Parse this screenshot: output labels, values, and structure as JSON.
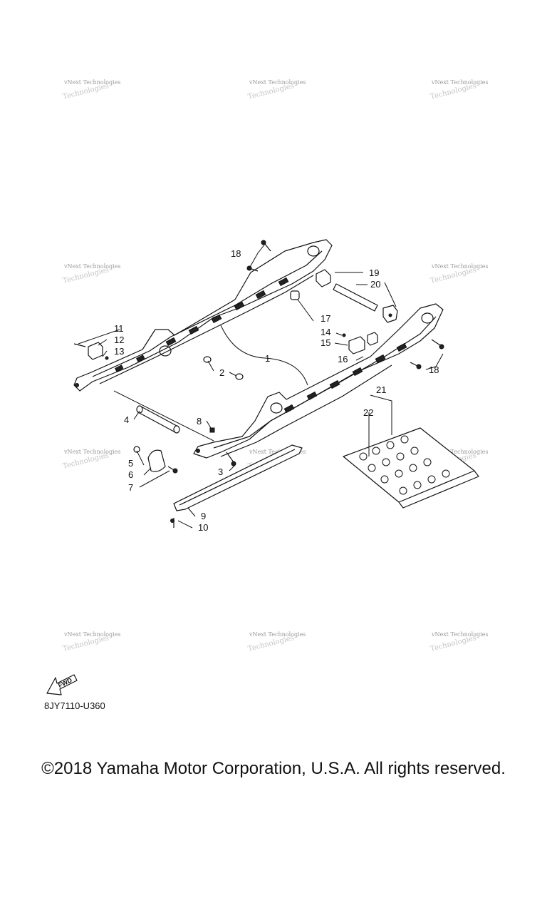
{
  "watermark": {
    "line1": "vNext Technologies",
    "line2": "Technologies"
  },
  "callouts": [
    "1",
    "2",
    "3",
    "4",
    "5",
    "6",
    "7",
    "8",
    "9",
    "10",
    "11",
    "12",
    "13",
    "14",
    "15",
    "16",
    "17",
    "18",
    "18",
    "19",
    "20",
    "21",
    "22"
  ],
  "fwd_label": "FWD",
  "diagram_code": "8JY7110-U360",
  "copyright": "©2018 Yamaha Motor Corporation, U.S.A. All rights reserved."
}
